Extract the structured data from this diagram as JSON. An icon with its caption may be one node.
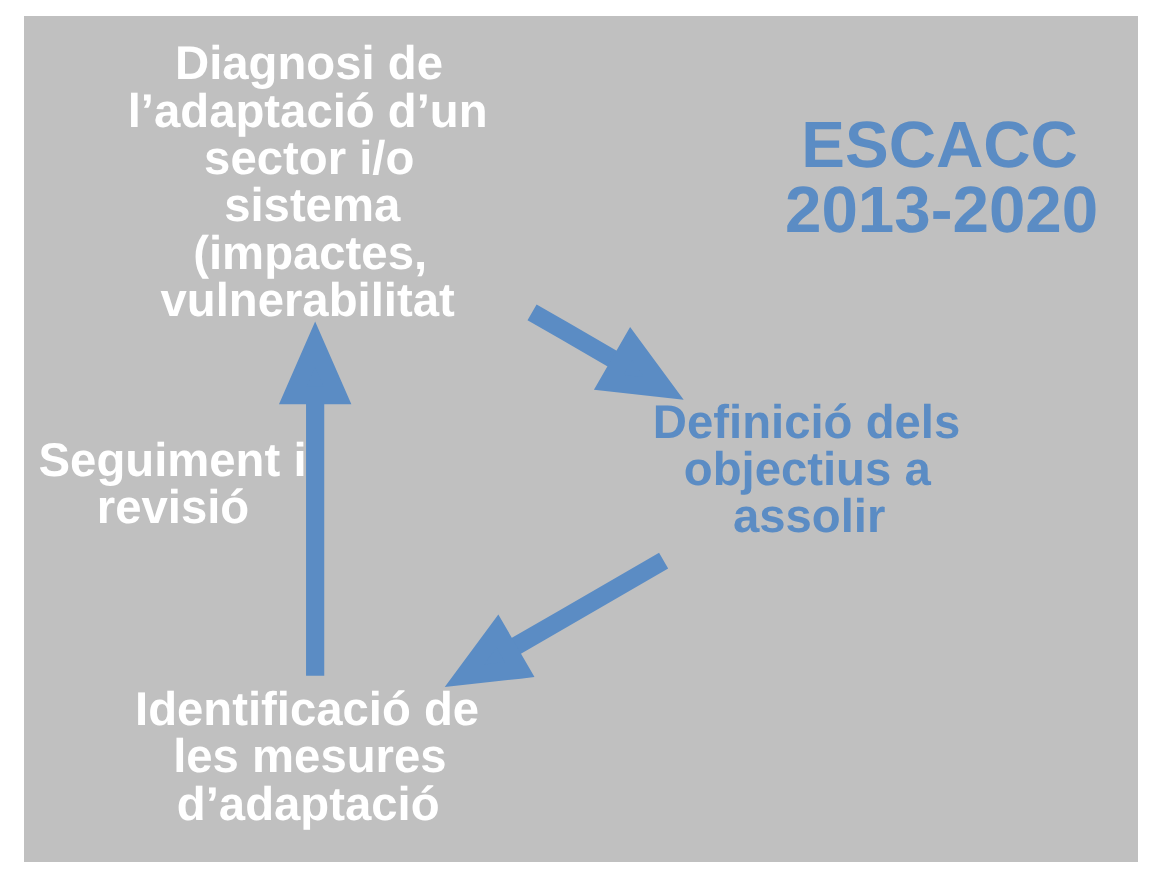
{
  "diagram": {
    "nodes": [
      {
        "text": [
          "Identificació de les mesures d’adaptació"
        ]
      },
      {
        "text": [
          "Diagnosi de l’adaptació d’un sector i/o sistema (impactes, vulnerabilitat"
        ]
      },
      {
        "text": [
          "Definició dels objectius a assolir"
        ]
      }
    ],
    "edges": [
      {
        "from": 0,
        "to": 1,
        "arrow": "to",
        "label": "Seguiment i revisió"
      },
      {
        "from": 1,
        "to": 2,
        "arrow": "to"
      },
      {
        "from": 2,
        "to": 0,
        "arrow": "to"
      }
    ],
    "labels": [
      "ESCACC 2013-2020"
    ]
  }
}
